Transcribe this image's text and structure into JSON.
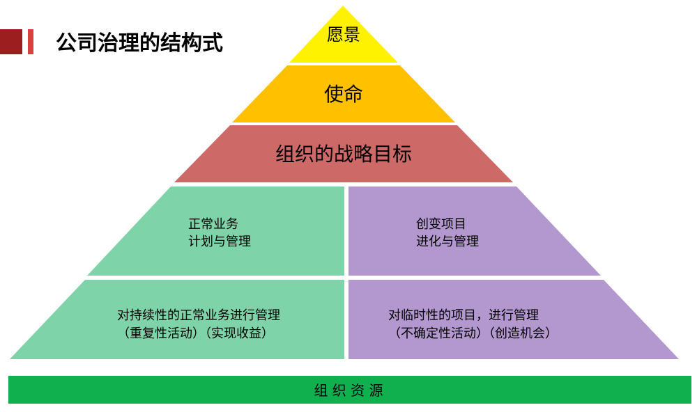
{
  "title": "公司治理的结构式",
  "pyramid": {
    "vision": {
      "label": "愿景",
      "color": "#FFF200"
    },
    "mission": {
      "label": "使命",
      "color": "#FFC000"
    },
    "strategic_goals": {
      "label": "组织的战略目标",
      "color": "#CD6966"
    },
    "left_upper": {
      "lines": [
        "正常业务",
        "计划与管理"
      ],
      "color": "#7FD3A8"
    },
    "right_upper": {
      "lines": [
        "创变项目",
        "进化与管理"
      ],
      "color": "#B397CF"
    },
    "left_lower": {
      "lines": [
        "对持续性的正常业务进行管理",
        "（重复性活动）（实现收益）"
      ],
      "color": "#7FD3A8"
    },
    "right_lower": {
      "lines": [
        "对临时性的项目，进行管理",
        "（不确定性活动）（创造机会）"
      ],
      "color": "#B397CF"
    }
  },
  "base": {
    "label": "组 织 资 源",
    "color": "#10B04F"
  },
  "accent_colors": {
    "dark_red": "#9C1E1E",
    "light_red": "#D9413F"
  }
}
